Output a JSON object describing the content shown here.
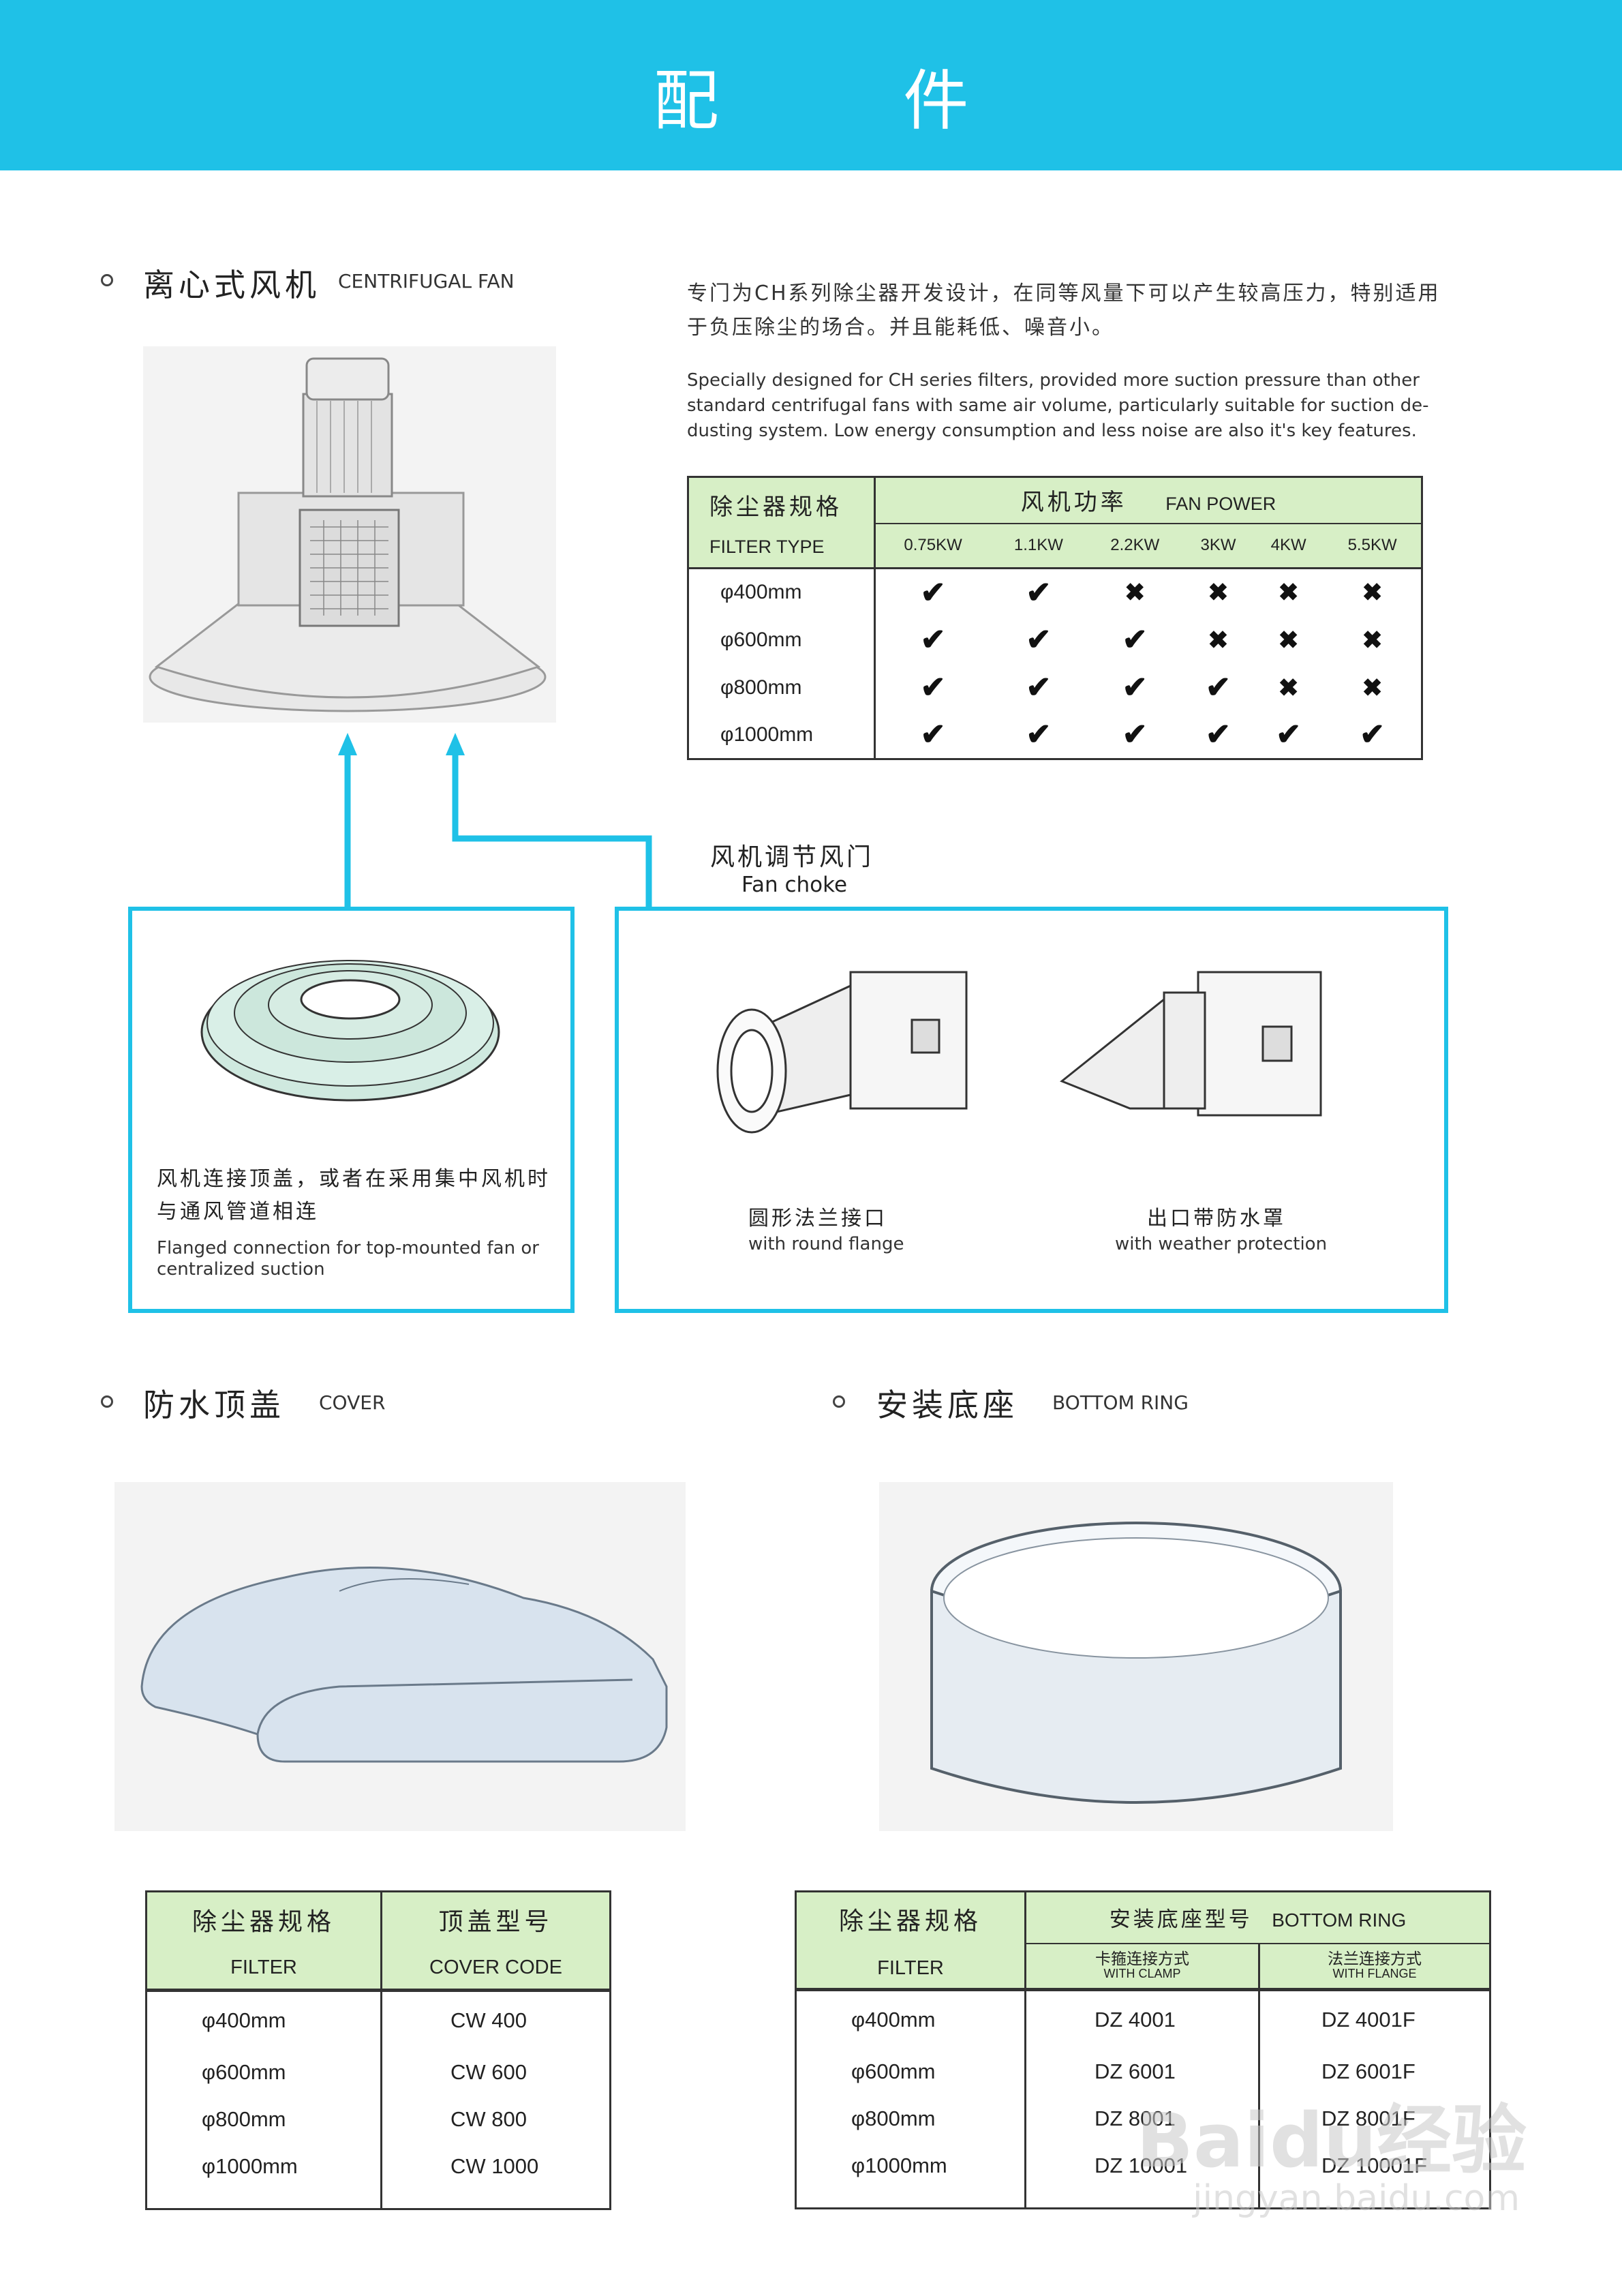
{
  "header": {
    "title": "配 件"
  },
  "fan": {
    "title_cn": "离心式风机",
    "title_en": "CENTRIFUGAL FAN",
    "desc_cn": "专门为CH系列除尘器开发设计，在同等风量下可以产生较高压力，特别适用于负压除尘的场合。并且能耗低、噪音小。",
    "desc_en": "Specially designed for CH series filters, provided more suction pressure than other standard centrifugal fans with same air volume, particularly suitable for suction de-dusting system.  Low energy consumption and less noise are also it's key features.",
    "table": {
      "h1_cn": "除尘器规格",
      "h1_en": "FILTER TYPE",
      "h2_cn": "风机功率",
      "h2_en": "FAN POWER",
      "powers": [
        "0.75KW",
        "1.1KW",
        "2.2KW",
        "3KW",
        "4KW",
        "5.5KW"
      ],
      "rows": [
        {
          "size": "φ400mm",
          "marks": [
            "yes",
            "yes",
            "no",
            "no",
            "no",
            "no"
          ]
        },
        {
          "size": "φ600mm",
          "marks": [
            "yes",
            "yes",
            "yes",
            "no",
            "no",
            "no"
          ]
        },
        {
          "size": "φ800mm",
          "marks": [
            "yes",
            "yes",
            "yes",
            "yes",
            "no",
            "no"
          ]
        },
        {
          "size": "φ1000mm",
          "marks": [
            "yes",
            "yes",
            "yes",
            "yes",
            "yes",
            "yes"
          ]
        }
      ]
    }
  },
  "choke": {
    "title_cn": "风机调节风门",
    "title_en": "Fan choke"
  },
  "topcover": {
    "cn": "风机连接顶盖，或者在采用集中风机时与通风管道相连",
    "en": "Flanged connection for top-mounted fan or centralized suction"
  },
  "flange": {
    "cn": "圆形法兰接口",
    "en": "with round flange"
  },
  "weather": {
    "cn": "出口带防水罩",
    "en": "with weather protection"
  },
  "cover": {
    "title_cn": "防水顶盖",
    "title_en": "COVER",
    "table": {
      "h1_cn": "除尘器规格",
      "h1_en": "FILTER",
      "h2_cn": "顶盖型号",
      "h2_en": "COVER CODE",
      "rows": [
        {
          "size": "φ400mm",
          "code": "CW 400"
        },
        {
          "size": "φ600mm",
          "code": "CW 600"
        },
        {
          "size": "φ800mm",
          "code": "CW 800"
        },
        {
          "size": "φ1000mm",
          "code": "CW 1000"
        }
      ]
    }
  },
  "ring": {
    "title_cn": "安装底座",
    "title_en": "BOTTOM RING",
    "table": {
      "h1_cn": "除尘器规格",
      "h1_en": "FILTER",
      "h2_cn": "安装底座型号",
      "h2_en": "BOTTOM RING",
      "sub1_cn": "卡箍连接方式",
      "sub1_en": "WITH CLAMP",
      "sub2_cn": "法兰连接方式",
      "sub2_en": "WITH FLANGE",
      "rows": [
        {
          "size": "φ400mm",
          "clamp": "DZ 4001",
          "flange": "DZ 4001F"
        },
        {
          "size": "φ600mm",
          "clamp": "DZ 6001",
          "flange": "DZ 6001F"
        },
        {
          "size": "φ800mm",
          "clamp": "DZ 8001",
          "flange": "DZ 8001F"
        },
        {
          "size": "φ1000mm",
          "clamp": "DZ 10001",
          "flange": "DZ 10001F"
        }
      ]
    }
  },
  "watermark": {
    "logo": "Baidu经验",
    "url": "jingyan.baidu.com"
  },
  "colors": {
    "accent": "#1fc1e7",
    "table_header": "#d7efc6"
  }
}
